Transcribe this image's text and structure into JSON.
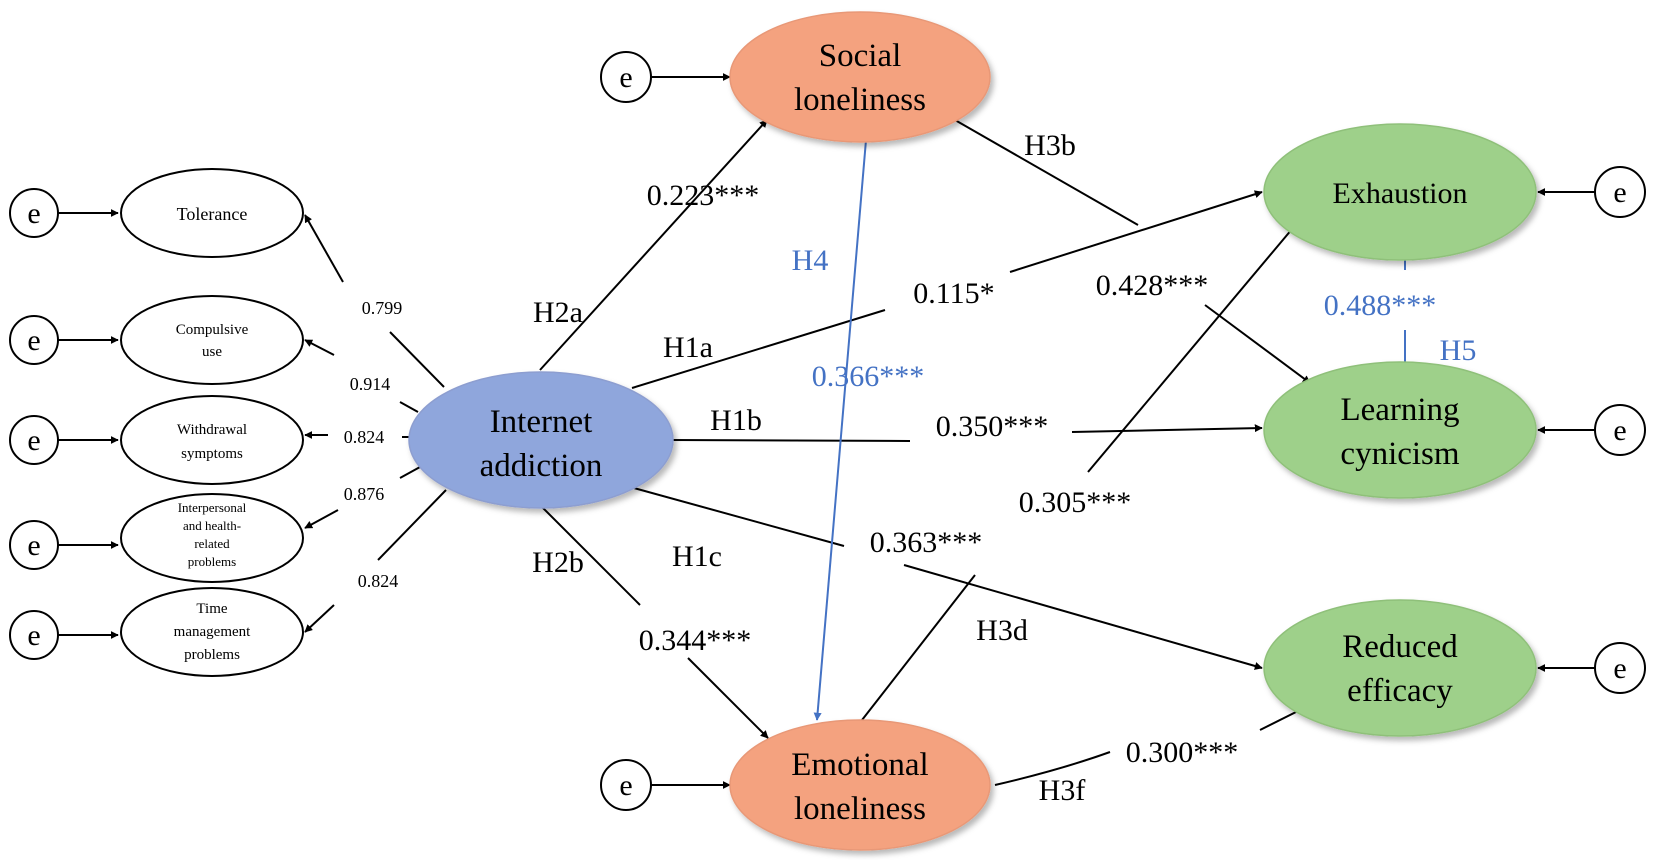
{
  "colors": {
    "internet_addiction_fill": "#8fa6dc",
    "loneliness_fill": "#f4a27f",
    "outcome_fill": "#9ed08a",
    "indicator_fill": "#ffffff",
    "h4_h5_color": "#4472c4"
  },
  "error_label": "e",
  "nodes": {
    "internet_addiction": [
      "Internet",
      "addiction"
    ],
    "social_loneliness": [
      "Social",
      "loneliness"
    ],
    "emotional_loneliness": [
      "Emotional",
      "loneliness"
    ],
    "exhaustion": [
      "Exhaustion"
    ],
    "learning_cynicism": [
      "Learning",
      "cynicism"
    ],
    "reduced_efficacy": [
      "Reduced",
      "efficacy"
    ]
  },
  "indicators": [
    {
      "lines": [
        "Tolerance"
      ],
      "loading": "0.799"
    },
    {
      "lines": [
        "Compulsive",
        "use"
      ],
      "loading": "0.914"
    },
    {
      "lines": [
        "Withdrawal",
        "symptoms"
      ],
      "loading": "0.824"
    },
    {
      "lines": [
        "Interpersonal",
        "and health-",
        "related",
        "problems"
      ],
      "loading": "0.876"
    },
    {
      "lines": [
        "Time",
        "management",
        "problems"
      ],
      "loading": "0.824"
    }
  ],
  "paths": {
    "h1a": {
      "label": "H1a",
      "coef": "0.115*"
    },
    "h1b": {
      "label": "H1b",
      "coef": "0.350***"
    },
    "h1c": {
      "label": "H1c",
      "coef": "0.363***"
    },
    "h2a": {
      "label": "H2a",
      "coef": "0.223***"
    },
    "h2b": {
      "label": "H2b",
      "coef": "0.344***"
    },
    "h3b": {
      "label": "H3b",
      "coef": "0.428***"
    },
    "h3d": {
      "label": "H3d",
      "coef": "0.305***"
    },
    "h3f": {
      "label": "H3f",
      "coef": "0.300***"
    },
    "h4": {
      "label": "H4",
      "coef": "0.366***"
    },
    "h5": {
      "label": "H5",
      "coef": "0.488***"
    }
  }
}
